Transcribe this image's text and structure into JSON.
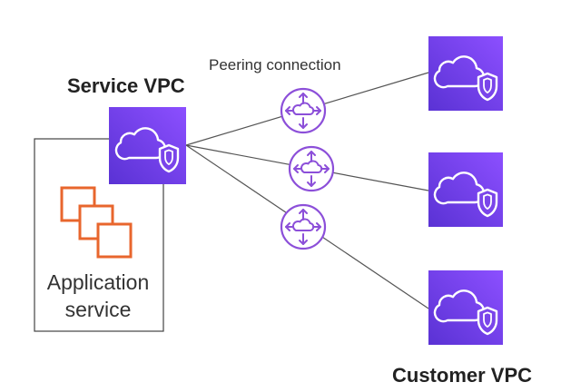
{
  "labels": {
    "service_vpc": "Service VPC",
    "peering_connection": "Peering connection",
    "customer_vpc": "Customer VPC",
    "application_service": "Application service"
  },
  "icons": {
    "vpc": "vpc-cloud-shield-icon",
    "peering": "peering-router-icon",
    "application": "stacked-instances-icon"
  },
  "colors": {
    "vpc_gradient_top": "#6d3ce0",
    "vpc_gradient_bottom": "#8c4fff",
    "peering_stroke": "#8c4fd9",
    "application_orange": "#e8662d",
    "line": "#555555"
  }
}
